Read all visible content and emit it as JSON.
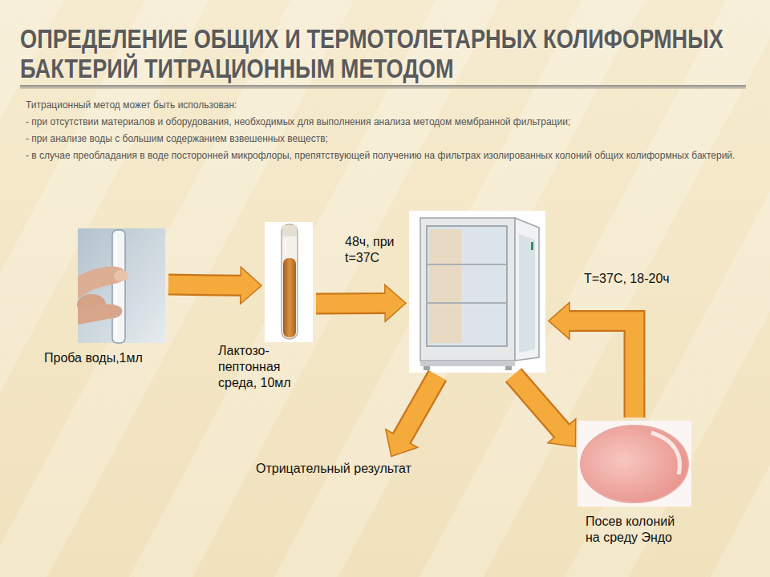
{
  "diagram": {
    "title": "ОПРЕДЕЛЕНИЕ ОБЩИХ И ТЕРМОТОЛЕТАРНЫХ КОЛИФОРМНЫХ БАКТЕРИЙ ТИТРАЦИОННЫМ МЕТОДОМ",
    "nodes": [
      {
        "text": [
          "Проба воды,1мл"
        ]
      },
      {
        "text": [
          "Лактозо- пептонная среда, 10мл"
        ]
      },
      {
        "text": []
      },
      {
        "text": [
          "Отрицательный результат"
        ]
      },
      {
        "text": [
          "Посев колоний на среду Эндо"
        ]
      }
    ],
    "edges": [
      {
        "from": 0,
        "to": 1,
        "arrow": "to"
      },
      {
        "from": 1,
        "to": 2,
        "label": "48ч, при t=37C",
        "arrow": "to"
      },
      {
        "from": 2,
        "to": 3,
        "arrow": "to"
      },
      {
        "from": 2,
        "to": 4,
        "arrow": "to"
      },
      {
        "from": 4,
        "to": 2,
        "label": "T=37C, 18-20ч",
        "arrow": "to"
      }
    ],
    "labels": [
      "Титрационный метод может быть использован:",
      "- при отсутствии материалов и оборудования, необходимых для выполнения анализа методом мембранной фильтрации;",
      "- при анализе воды с большим содержанием взвешенных веществ;",
      "- в случае преобладания в воде посторонней микрофлоры, препятствующей получению на фильтрах изолированных колоний общих колиформных бактерий."
    ]
  }
}
